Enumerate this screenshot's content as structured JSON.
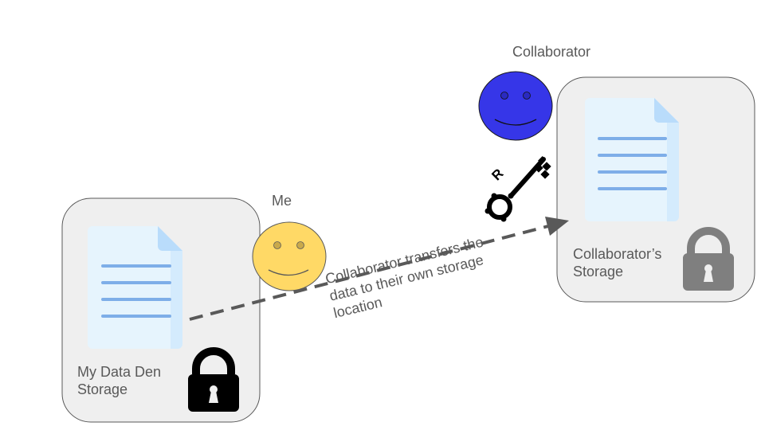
{
  "actors": {
    "me": {
      "label": "Me",
      "face_color": "#ffd966",
      "eye_color": "#c9a94b"
    },
    "collaborator": {
      "label": "Collaborator",
      "face_color": "#3636e8",
      "eye_color": "#2424b0"
    }
  },
  "storage": {
    "left": {
      "label_line1": "My Data Den",
      "label_line2": "Storage",
      "lock": "locked-black",
      "box_fill": "#efefef"
    },
    "right": {
      "label_line1": "Collaborator’s",
      "label_line2": "Storage",
      "lock": "locked-gray",
      "box_fill": "#efefef"
    }
  },
  "key": {
    "icon": "key-icon",
    "letter": "R"
  },
  "transfer": {
    "caption_line1": "Collaborator transfers the",
    "caption_line2": "data to their own storage",
    "caption_line3": "location",
    "arrow_style": "dashed",
    "arrow_color": "#595959"
  },
  "document": {
    "icon": "document-icon",
    "page_color": "#e6f4fd",
    "fold_color": "#b9dcfb",
    "line_color": "#7eaee8"
  }
}
